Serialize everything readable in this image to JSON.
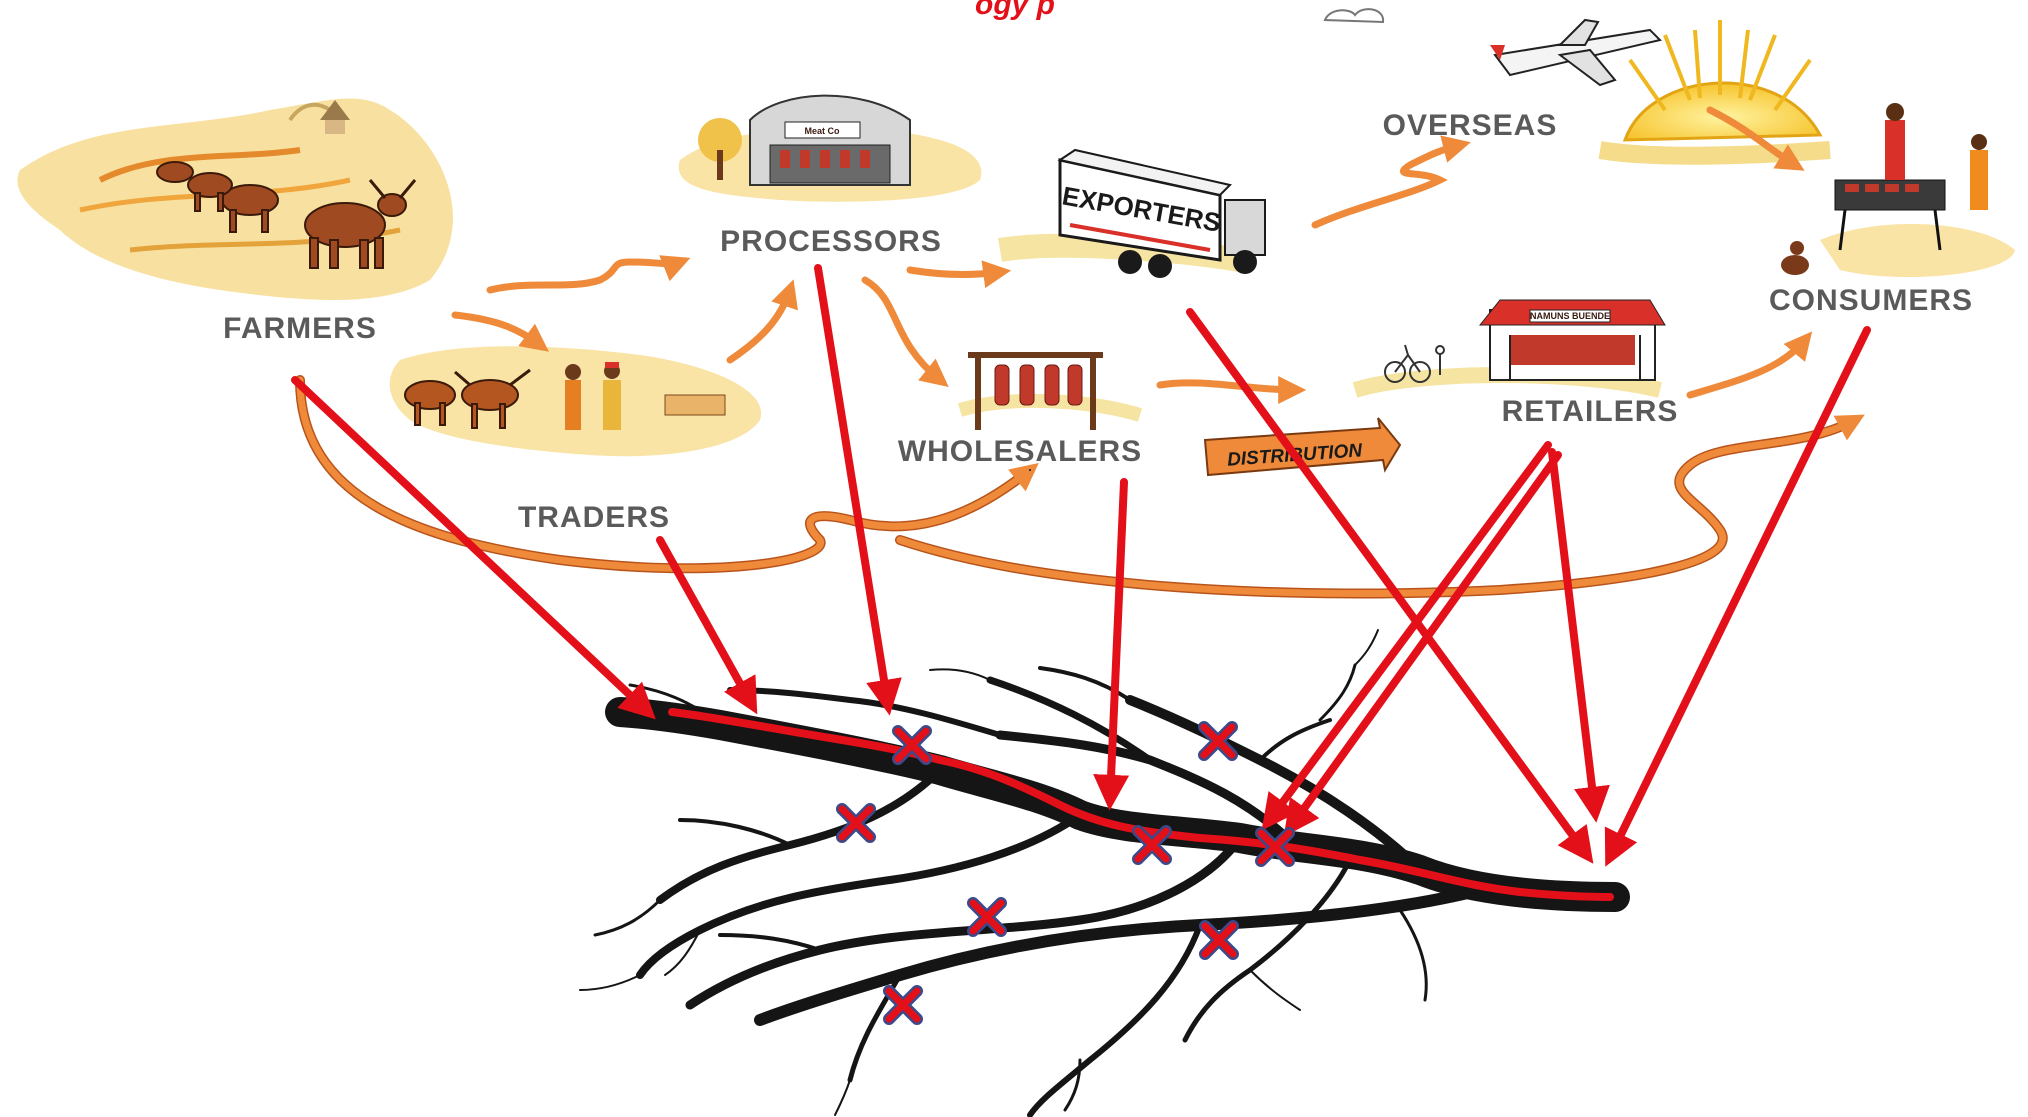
{
  "title_fragment": "ogy p",
  "stages": {
    "farmers": "FARMERS",
    "traders": "TRADERS",
    "processors": "PROCESSORS",
    "wholesalers": "WHOLESALERS",
    "exporters": "EXPORTERS",
    "overseas": "OVERSEAS",
    "retailers": "RETAILERS",
    "consumers": "CONSUMERS"
  },
  "banner": "DISTRIBUTION",
  "shop_sign": "NAMUNS BUENDE",
  "building_sign": "Meat Co",
  "icons": [
    "cattle-herd",
    "truck",
    "airplane",
    "sun",
    "butcher-shop",
    "meat-rack",
    "grill",
    "dog",
    "bicycle",
    "cloud"
  ],
  "colors": {
    "title": "#e3101a",
    "flow_arrows": "#ef8a3a",
    "root_path": "#e3101a",
    "labels": "#5a5a5a",
    "blocked_marker": "#3a4a8a"
  }
}
